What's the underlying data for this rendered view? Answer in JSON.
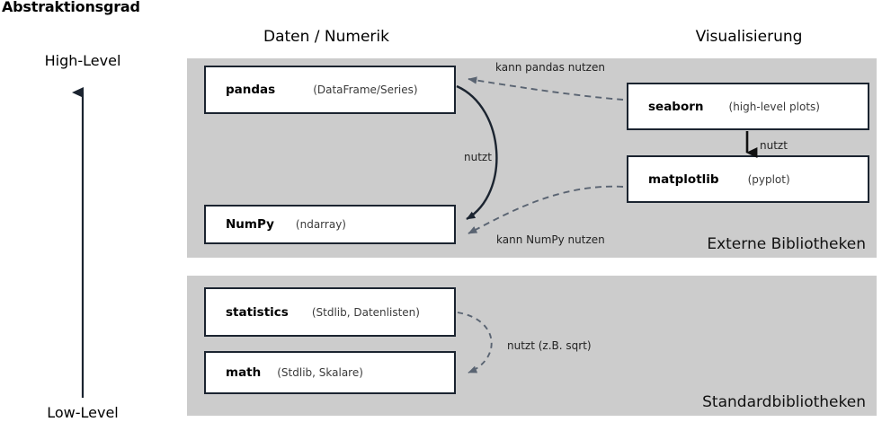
{
  "title": "Abstraktionsgrad",
  "axis": {
    "high_label": "High-Level",
    "low_label": "Low-Level",
    "arrow_name": "abstraction-axis-arrow"
  },
  "columns": {
    "data": "Daten / Numerik",
    "visualization": "Visualisierung"
  },
  "groups": [
    {
      "id": "external",
      "caption": "Externe Bibliotheken",
      "bg_color": "#cccccc"
    },
    {
      "id": "stdlib",
      "caption": "Standardbibliotheken",
      "bg_color": "#cccccc"
    }
  ],
  "boxes": {
    "pandas": {
      "name": "pandas",
      "note": "(DataFrame/Series)"
    },
    "numpy": {
      "name": "NumPy",
      "note": "(ndarray)"
    },
    "seaborn": {
      "name": "seaborn",
      "note": "(high-level plots)"
    },
    "matplotlib": {
      "name": "matplotlib",
      "note": "(pyplot)"
    },
    "statistics": {
      "name": "statistics",
      "note": "(Stdlib, Datenlisten)"
    },
    "math": {
      "name": "math",
      "note": "(Stdlib, Skalare)"
    }
  },
  "edges": {
    "seaborn_to_pandas": {
      "label": "kann pandas nutzen",
      "style": "dashed",
      "color": "#5a6472"
    },
    "matplotlib_to_numpy": {
      "label": "kann NumPy nutzen",
      "style": "dashed",
      "color": "#5a6472"
    },
    "pandas_to_numpy": {
      "label": "nutzt",
      "style": "solid",
      "color": "#1b2430"
    },
    "seaborn_to_matplotlib": {
      "label": "nutzt",
      "style": "solid",
      "color": "#111111"
    },
    "statistics_to_math": {
      "label": "nutzt (z.B. sqrt)",
      "style": "dashed",
      "color": "#5a6472"
    }
  },
  "colors": {
    "panel": "#cccccc",
    "box_border": "#1b2430",
    "box_fill": "#ffffff",
    "dashed_edge": "#5a6472",
    "solid_edge": "#1b2430",
    "text": "#000000"
  }
}
